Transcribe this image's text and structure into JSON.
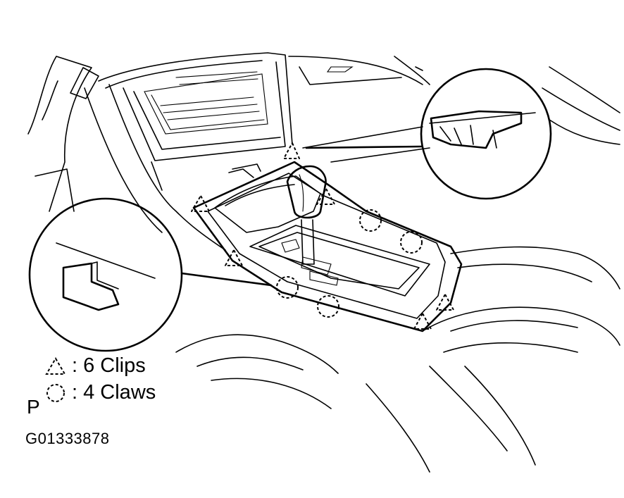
{
  "legend": {
    "clips_label": ": 6 Clips",
    "claws_label": ": 4 Claws"
  },
  "shift_position_label": "P",
  "figure_id": "G01333878",
  "icons": {
    "clip": "dashed-triangle-icon",
    "claw": "dashed-circle-icon"
  }
}
